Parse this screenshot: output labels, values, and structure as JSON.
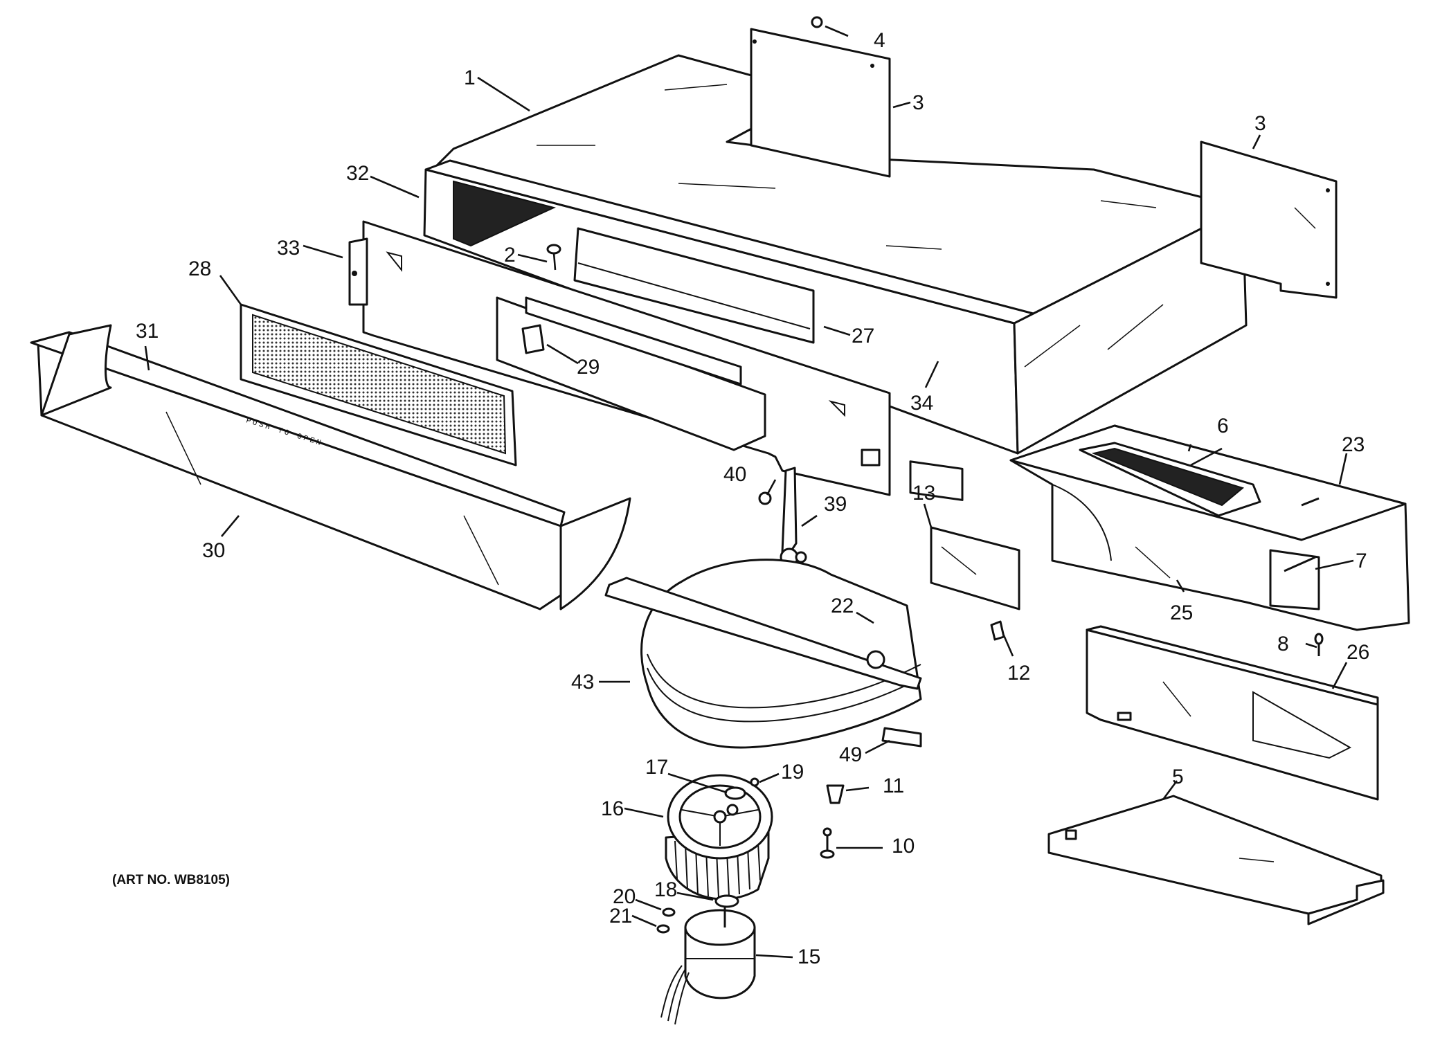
{
  "diagram": {
    "art_number": "(ART NO. WB8105)",
    "stamp_text": "PUSH TO OPEN",
    "callouts": [
      {
        "id": "1",
        "label": "1"
      },
      {
        "id": "2",
        "label": "2"
      },
      {
        "id": "3a",
        "label": "3"
      },
      {
        "id": "3b",
        "label": "3"
      },
      {
        "id": "4",
        "label": "4"
      },
      {
        "id": "5",
        "label": "5"
      },
      {
        "id": "6",
        "label": "6"
      },
      {
        "id": "7",
        "label": "7"
      },
      {
        "id": "8",
        "label": "8"
      },
      {
        "id": "10",
        "label": "10"
      },
      {
        "id": "11",
        "label": "11"
      },
      {
        "id": "12",
        "label": "12"
      },
      {
        "id": "13",
        "label": "13"
      },
      {
        "id": "15",
        "label": "15"
      },
      {
        "id": "16",
        "label": "16"
      },
      {
        "id": "17",
        "label": "17"
      },
      {
        "id": "18",
        "label": "18"
      },
      {
        "id": "19",
        "label": "19"
      },
      {
        "id": "20",
        "label": "20"
      },
      {
        "id": "21",
        "label": "21"
      },
      {
        "id": "22",
        "label": "22"
      },
      {
        "id": "23",
        "label": "23"
      },
      {
        "id": "25",
        "label": "25"
      },
      {
        "id": "26",
        "label": "26"
      },
      {
        "id": "27",
        "label": "27"
      },
      {
        "id": "28",
        "label": "28"
      },
      {
        "id": "29",
        "label": "29"
      },
      {
        "id": "30",
        "label": "30"
      },
      {
        "id": "31",
        "label": "31"
      },
      {
        "id": "32",
        "label": "32"
      },
      {
        "id": "33",
        "label": "33"
      },
      {
        "id": "34",
        "label": "34"
      },
      {
        "id": "39",
        "label": "39"
      },
      {
        "id": "40",
        "label": "40"
      },
      {
        "id": "43",
        "label": "43"
      },
      {
        "id": "49",
        "label": "49"
      }
    ]
  }
}
